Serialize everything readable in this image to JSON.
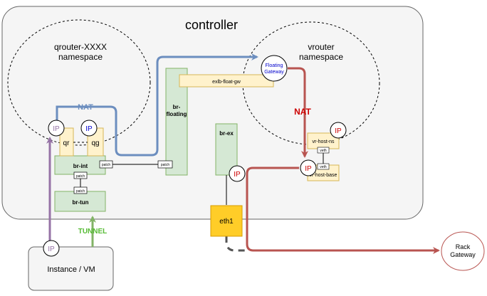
{
  "controller": {
    "title": "controller"
  },
  "qrouter_ns": {
    "line1": "qrouter-XXXX",
    "line2": "namespace"
  },
  "vrouter_ns": {
    "line1": "vrouter",
    "line2": "namespace"
  },
  "nodes": {
    "qr": "qr",
    "qg": "qg",
    "br_int": "br-int",
    "br_tun": "br-tun",
    "br_floating_1": "br-",
    "br_floating_2": "floating",
    "br_ex": "br-ex",
    "exlb_float_gw": "exlb-float-gw",
    "floating_gateway_1": "Floating",
    "floating_gateway_2": "Gateway",
    "vr_host_ns": "vr-host-ns",
    "vr_host_base": "vr-host-base",
    "veth_top": "veth",
    "veth_bottom": "veth",
    "eth1": "eth1",
    "instance_vm": "Instance / VM",
    "rack_gateway_1": "Rack",
    "rack_gateway_2": "Gateway"
  },
  "ports": {
    "patch_int_right": "patch",
    "patch_floating": "patch",
    "patch_int_bottom": "patch",
    "patch_tun_top": "patch"
  },
  "ip_label": "IP",
  "flow_labels": {
    "nat_blue": "NAT",
    "nat_red": "NAT",
    "tunnel": "TUNNEL"
  },
  "colors": {
    "blue": "#6c8ebf",
    "red": "#b85450",
    "green": "#82b366",
    "purple": "#9673a6",
    "bridge_fill": "#d5e8d4",
    "bridge_stroke": "#82b366",
    "port_fill": "#fff2cc",
    "port_stroke": "#d6b656",
    "eth_fill": "#ffcd28",
    "ip_red": "#cc0000",
    "ip_purple": "#9673a6",
    "ip_blue": "#0000cc",
    "nat_blue_text": "#6c8ebf",
    "nat_red_text": "#cc0000",
    "tunnel_text": "#55bb33"
  }
}
